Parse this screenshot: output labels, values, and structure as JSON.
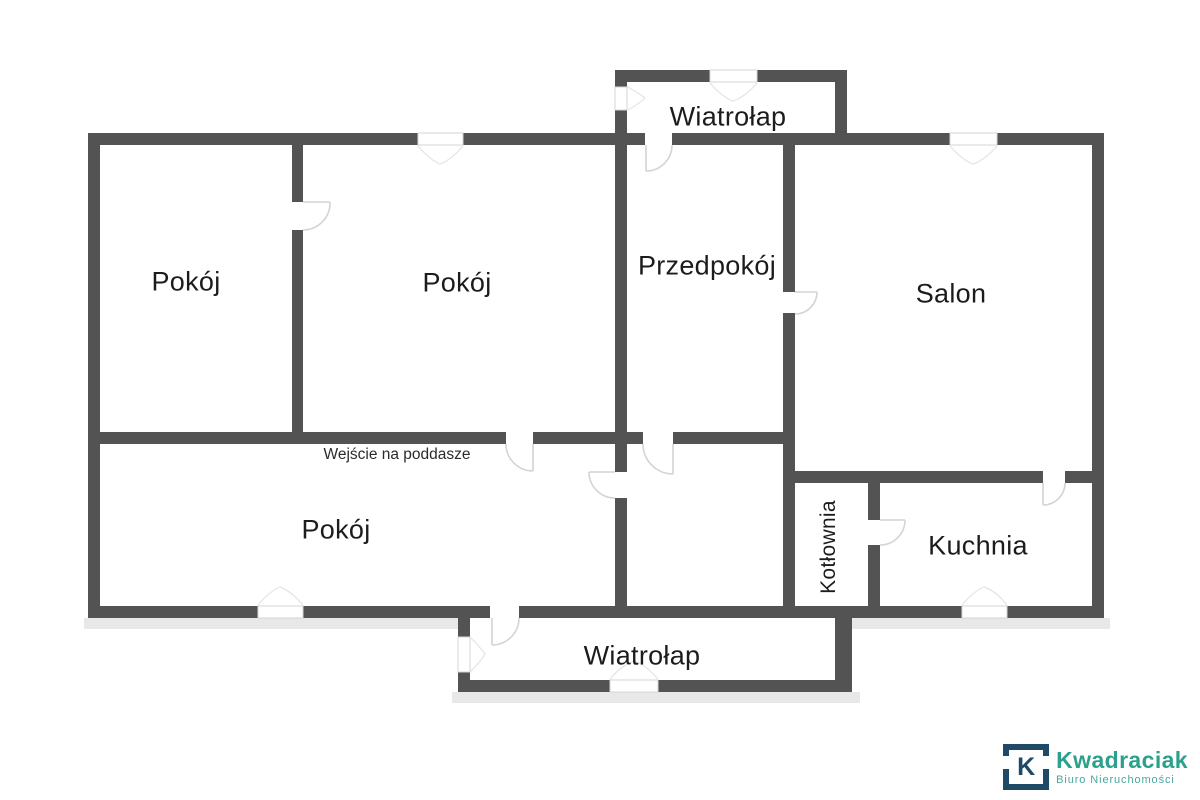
{
  "colors": {
    "wall": "#535353",
    "shadow": "#e8e8e8",
    "line": "#d4d4d4",
    "ink": "#1c1c1c",
    "teal": "#2ba18b",
    "navy": "#1e4a68"
  },
  "floorplan": {
    "rooms": {
      "wiatrolap_top": {
        "label": "Wiatrołap"
      },
      "pokoj_left": {
        "label": "Pokój"
      },
      "pokoj_middle": {
        "label": "Pokój"
      },
      "przedpokoj": {
        "label": "Przedpokój"
      },
      "salon": {
        "label": "Salon"
      },
      "pokoj_bottom": {
        "label": "Pokój"
      },
      "kotlownia": {
        "label": "Kotłownia"
      },
      "kuchnia": {
        "label": "Kuchnia"
      },
      "wiatrolap_bottom": {
        "label": "Wiatrołap"
      }
    },
    "annotations": {
      "attic": "Wejście na poddasze"
    }
  },
  "branding": {
    "monogram": "K",
    "name": "Kwadraciak",
    "tagline": "Biuro Nieruchomości"
  }
}
